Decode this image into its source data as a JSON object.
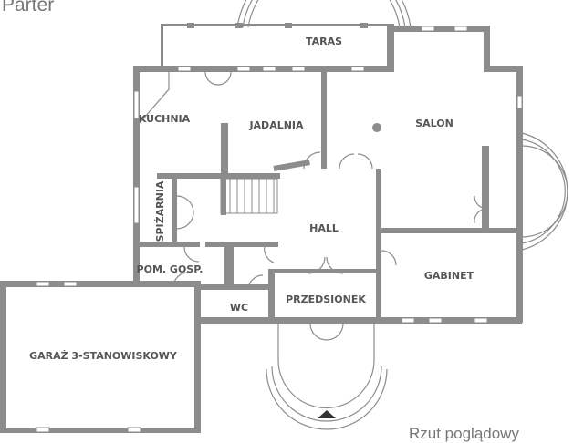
{
  "header": {
    "title": "Parter"
  },
  "footer": {
    "caption": "Rzut poglądowy"
  },
  "rooms": {
    "taras": "TARAS",
    "kuchnia": "KUCHNIA",
    "jadalnia": "JADALNIA",
    "salon": "SALON",
    "hall": "HALL",
    "spizarnia": "SPIŻARNIA",
    "pom_gosp": "POM. GOSP.",
    "wc": "WC",
    "przedsionek": "PRZEDSIONEK",
    "gabinet": "GABINET",
    "garaz": "GARAŻ 3-STANOWISKOWY"
  },
  "colors": {
    "wall": "#8c8c8c",
    "text": "#555555"
  }
}
